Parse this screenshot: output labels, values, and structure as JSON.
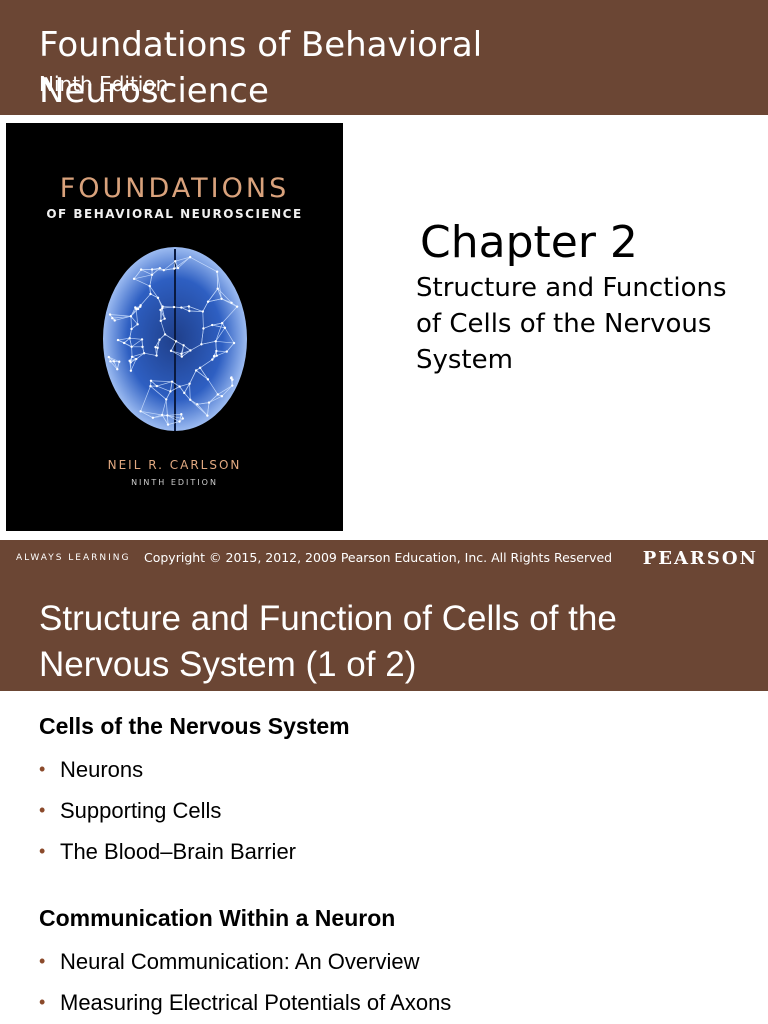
{
  "slide1": {
    "header_title": "Foundations of Behavioral Neuroscience",
    "header_edition": "Ninth Edition",
    "cover": {
      "title": "FOUNDATIONS",
      "subtitle": "OF BEHAVIORAL NEUROSCIENCE",
      "author": "NEIL R. CARLSON",
      "edition": "NINTH EDITION"
    },
    "chapter_number": "Chapter 2",
    "chapter_title": "Structure and Functions of Cells of the Nervous System",
    "footer": {
      "tagline": "ALWAYS LEARNING",
      "copyright": "Copyright © 2015, 2012, 2009 Pearson Education, Inc. All Rights Reserved",
      "brand": "PEARSON"
    }
  },
  "slide2": {
    "title": "Structure and Function of Cells of the Nervous System (1 of 2)",
    "sections": [
      {
        "heading": "Cells of the Nervous System",
        "bullets": [
          "Neurons",
          "Supporting Cells",
          "The Blood–Brain Barrier"
        ]
      },
      {
        "heading": "Communication Within a Neuron",
        "bullets": [
          "Neural Communication: An Overview",
          "Measuring Electrical Potentials of Axons"
        ]
      }
    ]
  },
  "colors": {
    "header_brown": "#6b4634",
    "bullet_color": "#8b4a2b",
    "cover_title": "#d9a27c",
    "brain_blue": "#6fa8ff"
  }
}
